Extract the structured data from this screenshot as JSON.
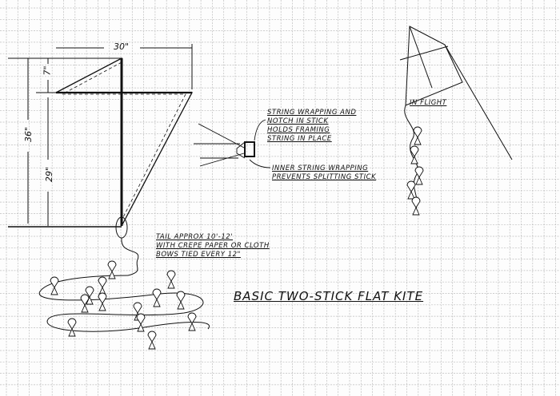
{
  "dimensions": {
    "width": "30\"",
    "top_section": "7\"",
    "total_height": "36\"",
    "lower_section": "29\""
  },
  "callouts": {
    "string_wrapping": [
      "STRING WRAPPING AND",
      "NOTCH IN STICK",
      "HOLDS FRAMING",
      "STRING IN PLACE"
    ],
    "inner_wrapping": [
      "INNER STRING WRAPPING",
      "PREVENTS SPLITTING STICK"
    ],
    "tail": [
      "TAIL APPROX 10'-12'",
      "WITH CREPE PAPER OR CLOTH",
      "BOWS TIED EVERY 12\""
    ],
    "in_flight": "IN FLIGHT"
  },
  "title": "BASIC TWO-STICK FLAT KITE",
  "colors": {
    "ink": "#111111",
    "grid": "#b8b8b8"
  }
}
